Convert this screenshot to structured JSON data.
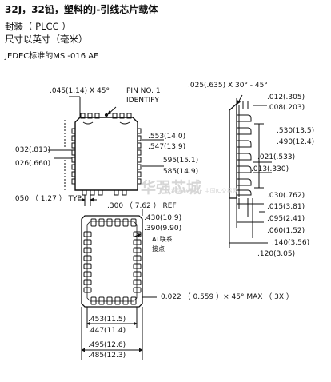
{
  "header": {
    "title": "32J，32铅，塑料的J-引线芯片载体",
    "package_line": "封装（  PLCC  ）",
    "unit_line": "尺寸以英寸（毫米）",
    "standard": "JEDEC标准的MS -016 AE"
  },
  "top_view": {
    "chamfer": ".045(1.14) X 45°",
    "pin1_a": "PIN NO.  1",
    "pin1_b": "IDENTIFY",
    "h_in_1": ".553(14.0)",
    "h_in_2": ".547(13.9)",
    "h_out_1": ".595(15.1)",
    "h_out_2": ".585(14.9)",
    "lead_w_1": ".032(.813)",
    "lead_w_2": ".026(.660)",
    "pitch": ".050  （  1.27  ）  TYP",
    "pin_spacing": ".300  （  7.62  ）  REF"
  },
  "side_view": {
    "chamfer": ".025(.635) X 30° - 45°",
    "d1a": ".012(.305)",
    "d1b": ".008(.203)",
    "d2a": ".530(13.5)",
    "d2b": ".490(12.4)",
    "d3a": ".021(.533)",
    "d3b": ".013(.330)",
    "d4a": ".030(.762)",
    "d4b": ".015(3.81)",
    "d5a": ".095(2.41)",
    "d5b": ".060(1.52)",
    "d6a": ".140(3.56)",
    "d6b": ".120(3.05)"
  },
  "bottom_view": {
    "w_in_1": ".430(10.9)",
    "w_in_2": ".390(9.90)",
    "note_1": "AT联系",
    "note_2": "接点",
    "lead_chamfer": "0.022  （  0.559  ）× 45° MAX  （  3X  ）",
    "w_a1": ".453(11.5)",
    "w_a2": ".447(11.4)",
    "w_b1": ".495(12.6)",
    "w_b2": ".485(12.3)"
  },
  "watermark": {
    "brand": "华强芯城",
    "site": "华强电子网 · 中国IC交易网"
  }
}
